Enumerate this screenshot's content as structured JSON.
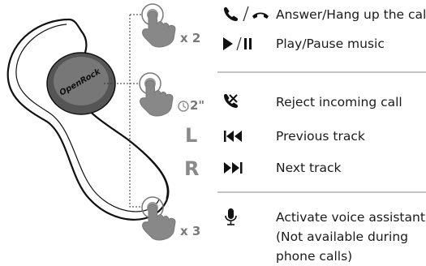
{
  "product": {
    "logo_text": "OpenRock"
  },
  "gestures": [
    {
      "count": "x 2"
    },
    {
      "hold": "2\"",
      "sides": [
        "L",
        "R"
      ]
    },
    {
      "count": "x 3"
    }
  ],
  "actions": [
    {
      "icon": "phone-answer-hangup-icon",
      "label": "Answer/Hang up the call"
    },
    {
      "icon": "play-pause-icon",
      "label": "Play/Pause music"
    },
    {
      "icon": "reject-call-icon",
      "label": "Reject incoming call"
    },
    {
      "icon": "previous-track-icon",
      "label": "Previous track"
    },
    {
      "icon": "next-track-icon",
      "label": "Next track"
    },
    {
      "icon": "microphone-icon",
      "label": "Activate voice assistant\n(Not available during\nphone calls)"
    }
  ],
  "colors": {
    "icon": "#111111",
    "label_gray": "#8a8a8a",
    "divider": "#c4c4c4"
  }
}
